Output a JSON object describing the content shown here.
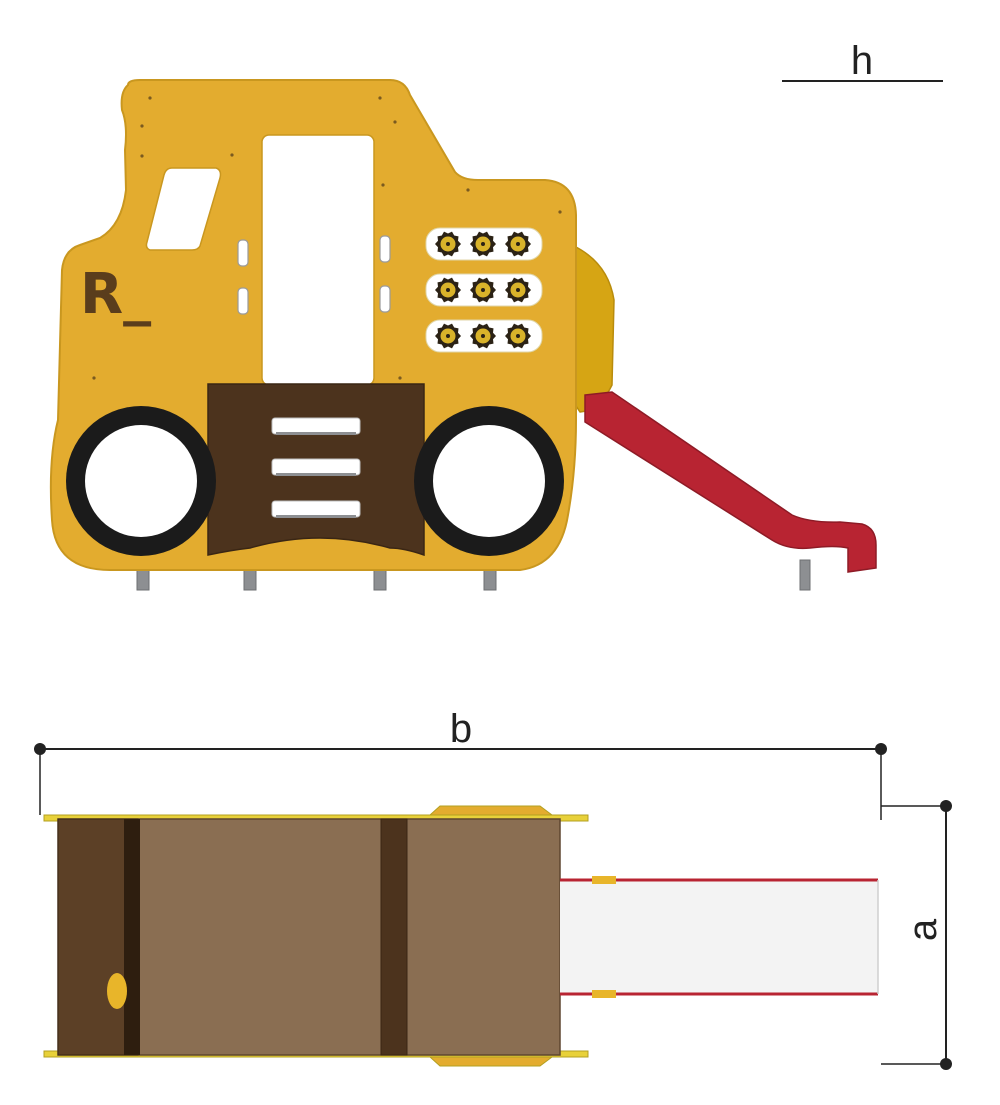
{
  "labels": {
    "h": "h",
    "b": "b",
    "a": "a",
    "logo": "R_"
  },
  "colors": {
    "body_yellow": "#e3ac2f",
    "body_dark_yellow": "#c9971f",
    "brown_dark": "#4c331d",
    "brown_panel": "#8a6e52",
    "slide_red": "#b82432",
    "slide_light": "#f3f3f3",
    "tire_black": "#1b1b1b",
    "leg_grey": "#8d8f92",
    "dim_line": "#222222"
  }
}
